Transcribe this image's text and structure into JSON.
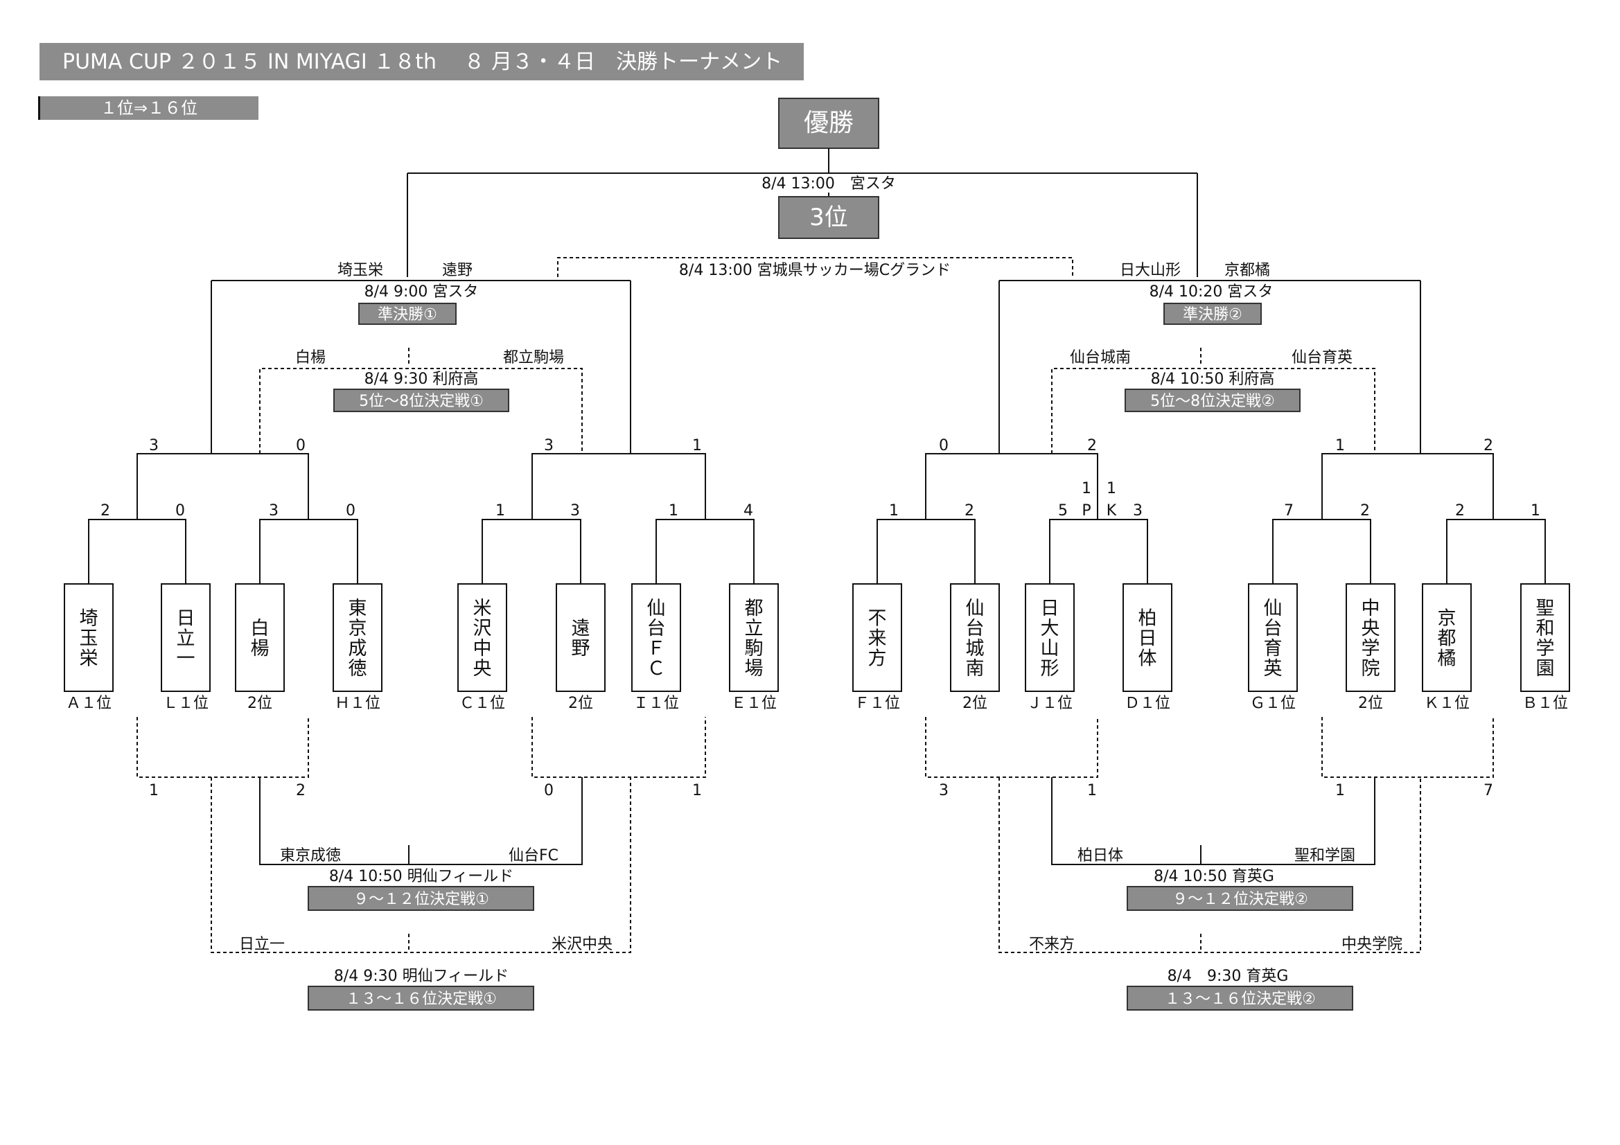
{
  "header": {
    "title": "PUMA CUP ２０１５ IN MIYAGI １８th　 ８ 月３・４日　決勝トーナメント",
    "subtitle": "１位⇒１６位"
  },
  "final": {
    "champion_label": "優勝",
    "info": "8/4 13:00　宮スタ",
    "third_label": "3位",
    "third_info": "8/4 13:00 宮城県サッカー場Cグランド"
  },
  "semis": [
    {
      "info": "8/4 9:00 宮スタ",
      "label": "準決勝①",
      "left_team": "埼玉栄",
      "right_team": "遠野"
    },
    {
      "info": "8/4 10:20 宮スタ",
      "label": "準決勝②",
      "left_team": "日大山形",
      "right_team": "京都橘"
    }
  ],
  "placement_5_8": [
    {
      "info": "8/4 9:30 利府高",
      "label": "5位～8位決定戦①",
      "left_team": "白楊",
      "right_team": "都立駒場"
    },
    {
      "info": "8/4 10:50 利府高",
      "label": "5位～8位決定戦②",
      "left_team": "仙台城南",
      "right_team": "仙台育英"
    }
  ],
  "placement_9_12": [
    {
      "info": "8/4 10:50 明仙フィールド",
      "label": "９～１２位決定戦①",
      "left_team": "東京成徳",
      "right_team": "仙台FC"
    },
    {
      "info": "8/4 10:50 育英G",
      "label": "９～１２位決定戦②",
      "left_team": "柏日体",
      "right_team": "聖和学園"
    }
  ],
  "placement_13_16": [
    {
      "info": "8/4 9:30 明仙フィールド",
      "label": "１３～１６位決定戦①",
      "left_team": "日立一",
      "right_team": "米沢中央"
    },
    {
      "info": "8/4　9:30 育英G",
      "label": "１３～１６位決定戦②",
      "left_team": "不来方",
      "right_team": "中央学院"
    }
  ],
  "teams": [
    {
      "name": "埼玉栄",
      "seed": "Ａ１位"
    },
    {
      "name": "日立一",
      "seed": "Ｌ１位"
    },
    {
      "name": "白楊",
      "seed": "2位"
    },
    {
      "name": "東京成徳",
      "seed": "Ｈ１位"
    },
    {
      "name": "米沢中央",
      "seed": "Ｃ１位"
    },
    {
      "name": "遠野",
      "seed": "2位"
    },
    {
      "name": "仙台ＦＣ",
      "seed": "Ｉ１位"
    },
    {
      "name": "都立駒場",
      "seed": "Ｅ１位"
    },
    {
      "name": "不来方",
      "seed": "Ｆ１位"
    },
    {
      "name": "仙台城南",
      "seed": "2位"
    },
    {
      "name": "日大山形",
      "seed": "Ｊ１位"
    },
    {
      "name": "柏日体",
      "seed": "Ｄ１位"
    },
    {
      "name": "仙台育英",
      "seed": "Ｇ１位"
    },
    {
      "name": "中央学院",
      "seed": "2位"
    },
    {
      "name": "京都橘",
      "seed": "Ｋ１位"
    },
    {
      "name": "聖和学園",
      "seed": "Ｂ１位"
    }
  ],
  "scores_round1": [
    "2",
    "0",
    "3",
    "0",
    "1",
    "3",
    "1",
    "4",
    "1",
    "2",
    "5",
    "3",
    "7",
    "2",
    "2",
    "1"
  ],
  "pk": {
    "left": "1",
    "right": "1",
    "label_left": "P",
    "label_right": "K"
  },
  "scores_quarters": [
    "3",
    "0",
    "3",
    "1",
    "0",
    "2",
    "1",
    "2"
  ],
  "scores_consolation_r1": [
    "1",
    "2",
    "0",
    "1",
    "3",
    "1",
    "1",
    "7"
  ]
}
